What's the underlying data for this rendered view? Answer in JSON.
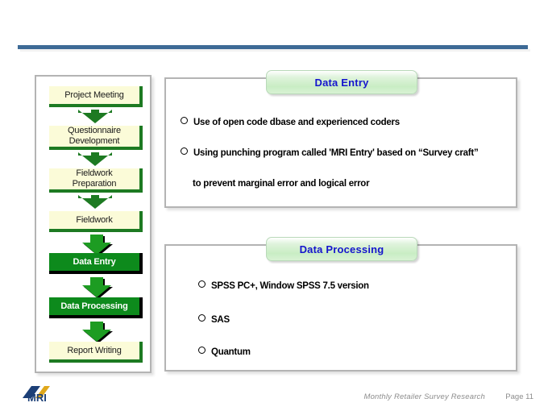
{
  "slide": {
    "page_label": "Page 11",
    "footer_note": "Monthly Retailer Survey Research",
    "logo_text": "MRI",
    "accent_rule_color": "#3d6a96",
    "badge_text_color": "#1515cd",
    "flow_active_color": "#0d8a1c",
    "flow_pale_color": "#fbfbd8"
  },
  "flowchart": {
    "steps": [
      {
        "label": "Project Meeting",
        "state": "normal"
      },
      {
        "label": "Questionnaire\nDevelopment",
        "state": "normal"
      },
      {
        "label": "Fieldwork\nPreparation",
        "state": "normal"
      },
      {
        "label": "Fieldwork",
        "state": "normal"
      },
      {
        "label": "Data Entry",
        "state": "active"
      },
      {
        "label": "Data Processing",
        "state": "active"
      },
      {
        "label": "Report Writing",
        "state": "normal"
      }
    ]
  },
  "panels": [
    {
      "title": "Data Entry",
      "bullets": [
        "Use of open code dbase and experienced coders",
        "Using punching program called 'MRI Entry' based on “Survey craft”"
      ],
      "continuation": "to prevent marginal error and logical error"
    },
    {
      "title": "Data Processing",
      "bullets": [
        "SPSS PC+, Window SPSS 7.5 version",
        "SAS",
        "Quantum"
      ]
    }
  ]
}
